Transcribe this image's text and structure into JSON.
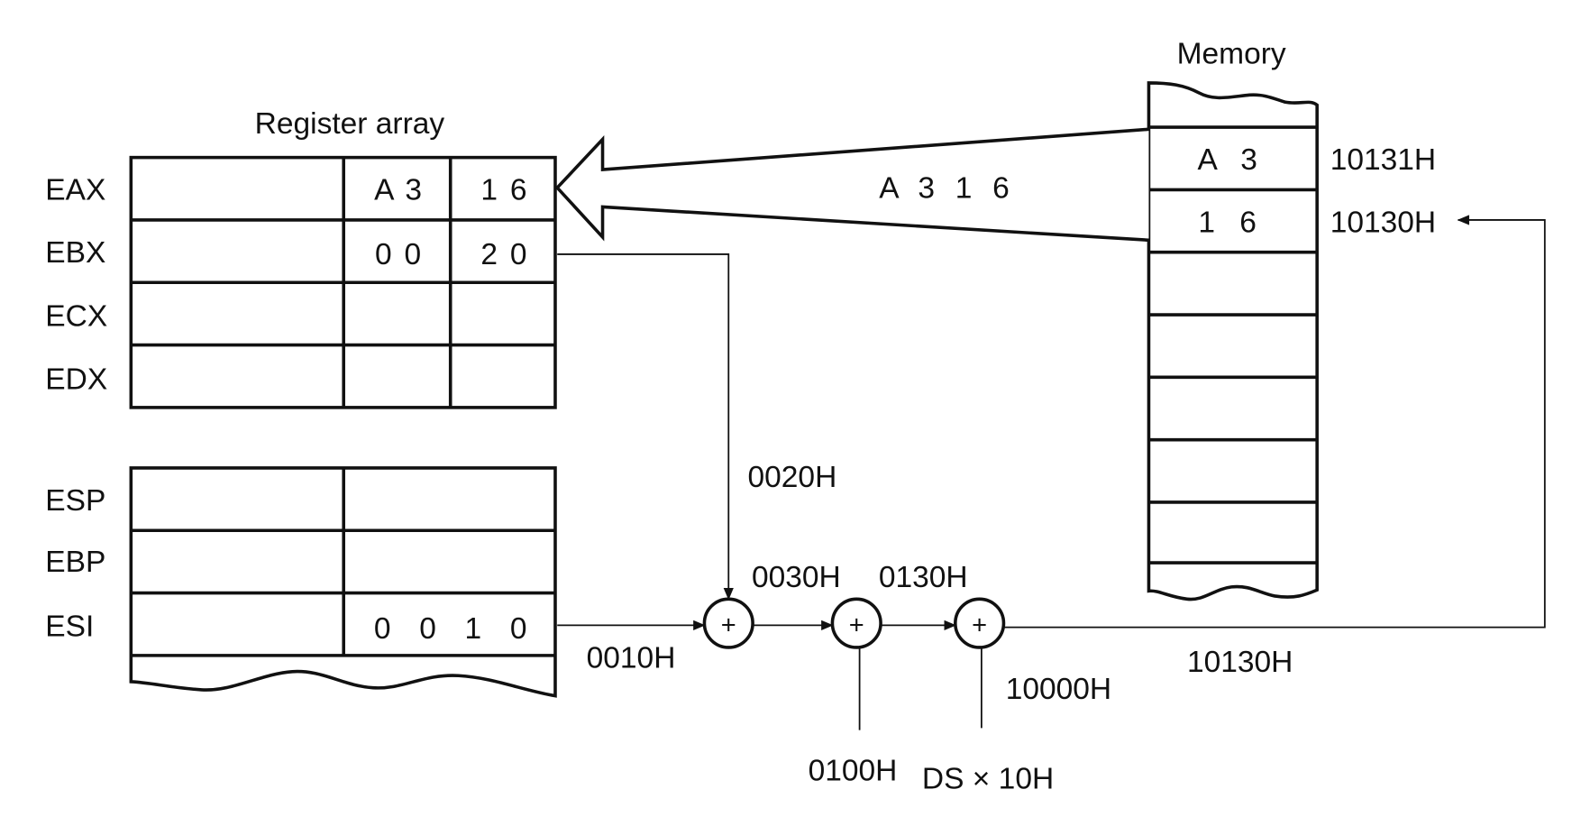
{
  "titles": {
    "register_array": "Register array",
    "memory": "Memory"
  },
  "registers": {
    "general": [
      {
        "name": "EAX",
        "high_word": "",
        "byte_high": "A 3",
        "byte_low": "1 6"
      },
      {
        "name": "EBX",
        "high_word": "",
        "byte_high": "0 0",
        "byte_low": "2 0"
      },
      {
        "name": "ECX",
        "high_word": "",
        "byte_high": "",
        "byte_low": ""
      },
      {
        "name": "EDX",
        "high_word": "",
        "byte_high": "",
        "byte_low": ""
      }
    ],
    "pointer_index": [
      {
        "name": "ESP",
        "high_word": "",
        "low_word": ""
      },
      {
        "name": "EBP",
        "high_word": "",
        "low_word": ""
      },
      {
        "name": "ESI",
        "high_word": "",
        "low_word": "0 0 1 0"
      }
    ]
  },
  "memory": {
    "cells": [
      {
        "value": "A 3",
        "address": "10131H"
      },
      {
        "value": "1 6",
        "address": "10130H"
      },
      {
        "value": "",
        "address": ""
      },
      {
        "value": "",
        "address": ""
      },
      {
        "value": "",
        "address": ""
      },
      {
        "value": "",
        "address": ""
      },
      {
        "value": "",
        "address": ""
      }
    ]
  },
  "transfer": {
    "label": "A 3 1 6"
  },
  "address_calc": {
    "ebx_value": "0020H",
    "esi_value": "0010H",
    "sum1": "0030H",
    "displacement": "0100H",
    "sum2": "0130H",
    "segment_base": "10000H",
    "segment_label": "DS × 10H",
    "final_address": "10130H",
    "adder_symbol": "+"
  }
}
